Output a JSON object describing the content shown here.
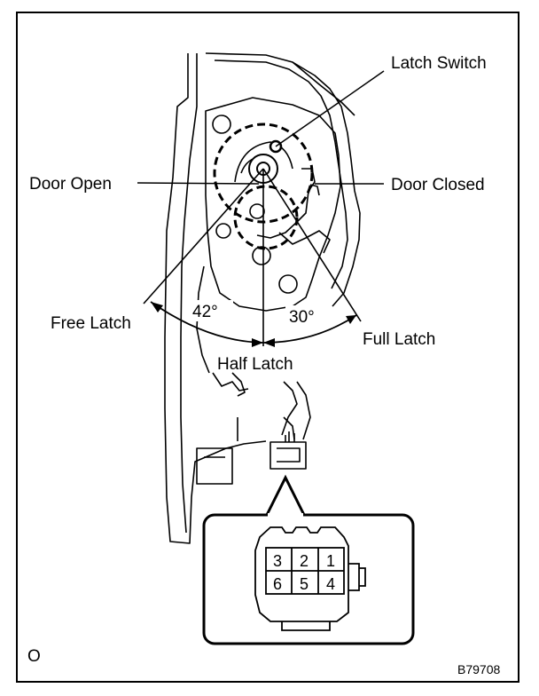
{
  "labels": {
    "latch_switch": "Latch Switch",
    "door_open": "Door Open",
    "door_closed": "Door Closed",
    "free_latch": "Free Latch",
    "half_latch": "Half Latch",
    "full_latch": "Full Latch",
    "angle_left": "42°",
    "angle_right": "30°"
  },
  "connector_pins": {
    "top": [
      "3",
      "2",
      "1"
    ],
    "bottom": [
      "6",
      "5",
      "4"
    ]
  },
  "corner_mark": "O",
  "figure_code": "B79708"
}
